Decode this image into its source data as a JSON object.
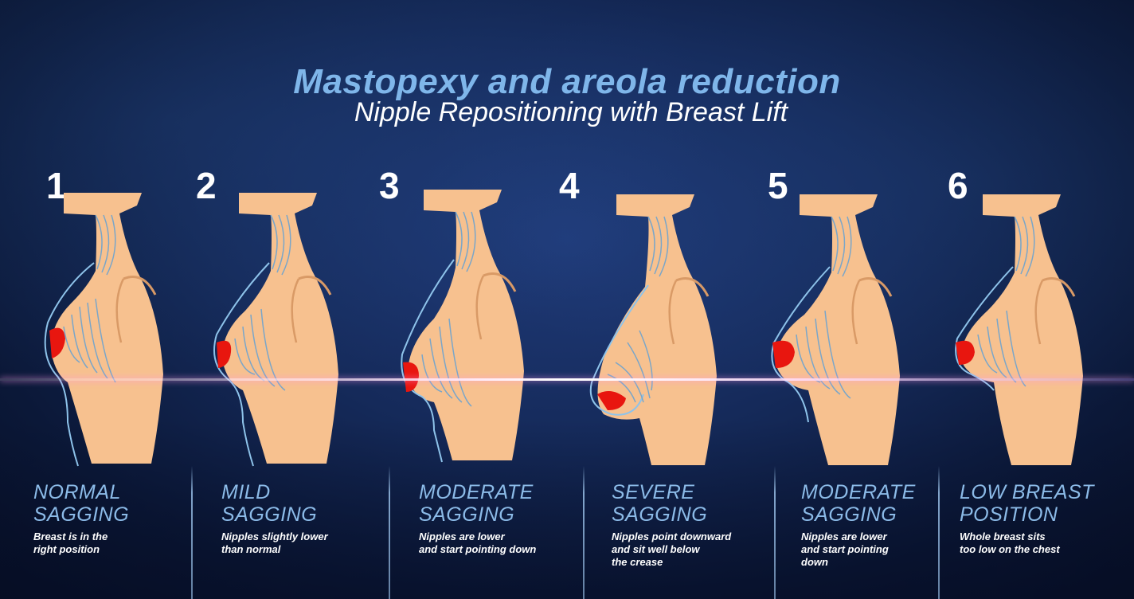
{
  "title": "Mastopexy and areola reduction",
  "subtitle": "Nipple Repositioning with Breast Lift",
  "colors": {
    "title": "#7fb6ea",
    "heading": "#8cbbe8",
    "skin": "#f7c18f",
    "nipple": "#e8160f",
    "outline": "#8ec3ea",
    "background": "#152a5a"
  },
  "stages": [
    {
      "number": "1",
      "heading_line1": "NORMAL",
      "heading_line2": "SAGGING",
      "description": "Breast is in the\nright position"
    },
    {
      "number": "2",
      "heading_line1": "MILD",
      "heading_line2": "SAGGING",
      "description": "Nipples slightly lower\nthan normal"
    },
    {
      "number": "3",
      "heading_line1": "MODERATE",
      "heading_line2": "SAGGING",
      "description": "Nipples are lower\nand start pointing down"
    },
    {
      "number": "4",
      "heading_line1": "SEVERE",
      "heading_line2": "SAGGING",
      "description": "Nipples point downward\nand sit well below\nthe crease"
    },
    {
      "number": "5",
      "heading_line1": "MODERATE",
      "heading_line2": "SAGGING",
      "description": "Nipples are lower\nand start pointing\ndown"
    },
    {
      "number": "6",
      "heading_line1": "LOW BREAST",
      "heading_line2": "POSITION",
      "description": "Whole breast sits\ntoo low on the chest"
    }
  ]
}
